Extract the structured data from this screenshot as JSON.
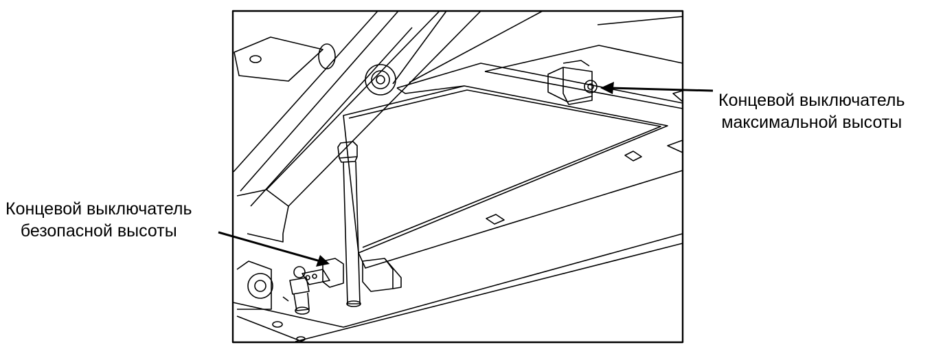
{
  "callouts": {
    "max_height_switch": {
      "line1": "Концевой выключатель",
      "line2": "максимальной высоты"
    },
    "safe_height_switch": {
      "line1": "Концевой выключатель",
      "line2": "безопасной высоты"
    }
  },
  "colors": {
    "line": "#000000",
    "background": "#ffffff"
  }
}
